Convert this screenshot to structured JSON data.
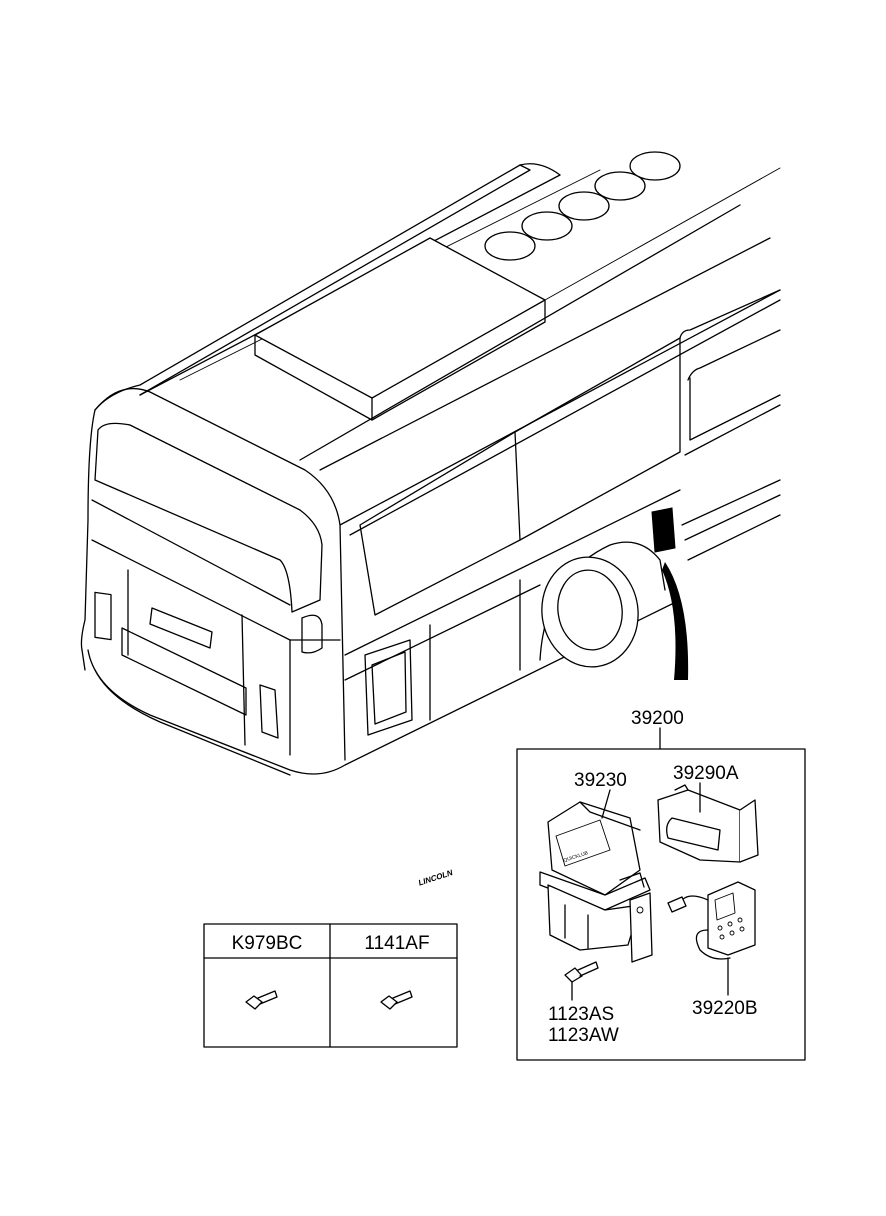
{
  "callouts": {
    "assembly": "39200",
    "pump": "39230",
    "bracket": "39290A",
    "controller": "39220B",
    "bolt_line1": "1123AS",
    "bolt_line2": "1123AW"
  },
  "pump_logo": {
    "brand": "LINCOLN",
    "sub": "QUICKLUB"
  },
  "fastener_table": {
    "headers": [
      "K979BC",
      "1141AF"
    ]
  }
}
